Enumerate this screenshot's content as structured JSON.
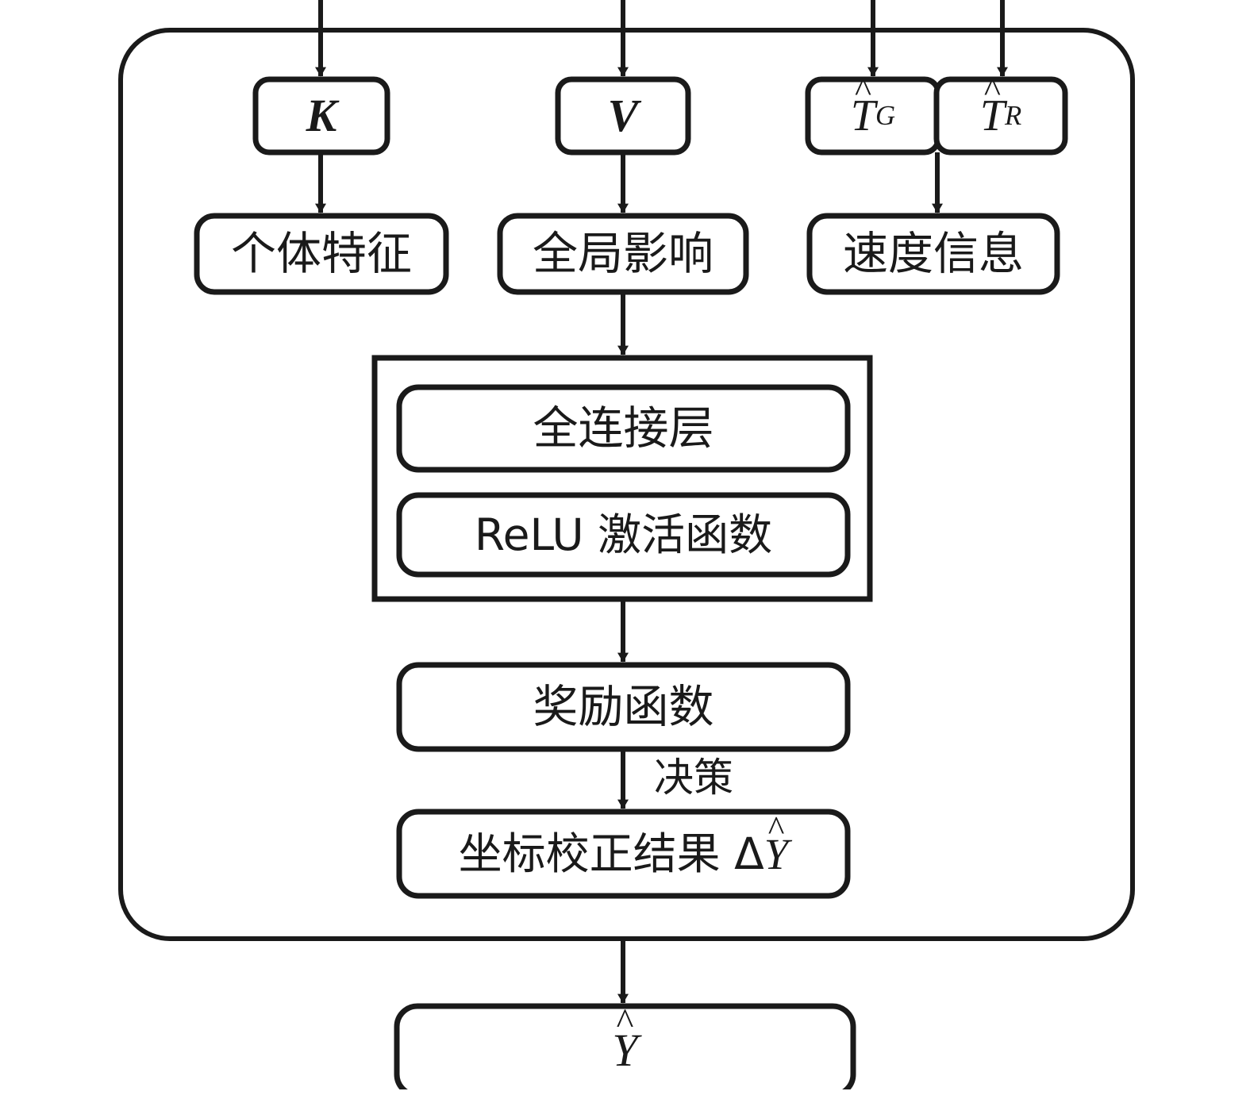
{
  "diagram": {
    "type": "flowchart",
    "title_visible": false,
    "container": {
      "name": "attention-correction-module",
      "shape": "rounded-rectangle",
      "stroke": "#1a1a1a"
    },
    "nodes": [
      {
        "id": "k",
        "label": "K",
        "kind": "symbol",
        "shape": "rounded-rect"
      },
      {
        "id": "v",
        "label": "V",
        "kind": "symbol",
        "shape": "rounded-rect"
      },
      {
        "id": "tg_base",
        "label": "T",
        "sub": "G",
        "hat": "^",
        "kind": "symbol",
        "shape": "rounded-rect"
      },
      {
        "id": "tr_base",
        "label": "T",
        "sub": "R",
        "hat": "^",
        "kind": "symbol",
        "shape": "rounded-rect"
      },
      {
        "id": "individual",
        "label": "个体特征",
        "kind": "text",
        "shape": "rounded-rect"
      },
      {
        "id": "global",
        "label": "全局影响",
        "kind": "text",
        "shape": "rounded-rect"
      },
      {
        "id": "velocity",
        "label": "速度信息",
        "kind": "text",
        "shape": "rounded-rect"
      },
      {
        "id": "fc",
        "label": "全连接层",
        "kind": "text",
        "shape": "rounded-rect"
      },
      {
        "id": "relu",
        "label": "ReLU 激活函数",
        "kind": "text",
        "shape": "rounded-rect"
      },
      {
        "id": "reward",
        "label": "奖励函数",
        "kind": "text",
        "shape": "rounded-rect"
      },
      {
        "id": "correction",
        "label": "坐标校正结果 Δ",
        "suffix_hat_base": "Y",
        "kind": "text",
        "shape": "rounded-rect"
      },
      {
        "id": "output",
        "label": "Y",
        "hat": "^",
        "kind": "symbol",
        "shape": "rounded-rect"
      }
    ],
    "edge_labels": [
      {
        "id": "decision",
        "label": "决策",
        "from": "reward",
        "to": "correction"
      }
    ],
    "colors": {
      "stroke": "#1a1a1a",
      "fill": "#ffffff",
      "text": "#1a1a1a"
    }
  }
}
